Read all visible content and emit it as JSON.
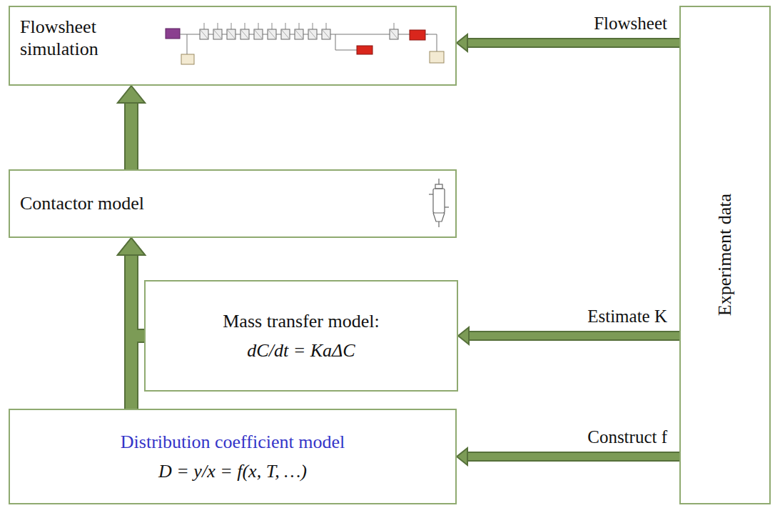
{
  "diagram": {
    "nodes": [
      {
        "text": [
          "Flowsheet simulation"
        ]
      },
      {
        "text": [
          "Contactor model"
        ]
      },
      {
        "text": [
          "Mass transfer model:",
          "dC/dt = KaΔC"
        ]
      },
      {
        "text": [
          "Distribution coefficient model",
          "D = y/x = f(x, T, …)"
        ]
      },
      {
        "text": [
          "Experiment data"
        ]
      }
    ],
    "edges": [
      {
        "from": 1,
        "to": 0,
        "arrow": "to"
      },
      {
        "from": 2,
        "to": 1,
        "arrow": "to"
      },
      {
        "from": 3,
        "to": 1,
        "arrow": "to"
      },
      {
        "from": 4,
        "to": 0,
        "arrow": "to",
        "label": "Flowsheet"
      },
      {
        "from": 4,
        "to": 2,
        "arrow": "to",
        "label": "Estimate K"
      },
      {
        "from": 4,
        "to": 3,
        "arrow": "to",
        "label": "Construct f"
      }
    ]
  }
}
